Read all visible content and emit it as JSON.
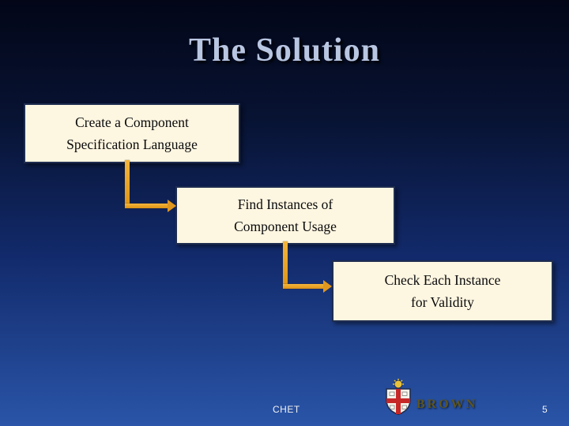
{
  "slide": {
    "title": "The Solution",
    "page_number": "5"
  },
  "flowchart": {
    "boxes": [
      {
        "label": "Create a Component\nSpecification Language"
      },
      {
        "label": "Find Instances of\nComponent Usage"
      },
      {
        "label": "Check Each Instance\nfor Validity"
      }
    ],
    "connector_style": "elbow-arrow"
  },
  "footer": {
    "label": "CHET",
    "logo_text": "BROWN"
  },
  "icons": {
    "logo": "brown-university-crest-icon",
    "arrows": "flow-arrow-icon"
  },
  "colors": {
    "background_top": "#020617",
    "background_bottom": "#2a55a8",
    "title_text": "#b9c6e2",
    "box_fill": "#fdf6e1",
    "box_border": "#1f2d50",
    "connector": "#e0971f",
    "footer_text": "#f2f2f2",
    "logo_text": "#5d551f"
  }
}
